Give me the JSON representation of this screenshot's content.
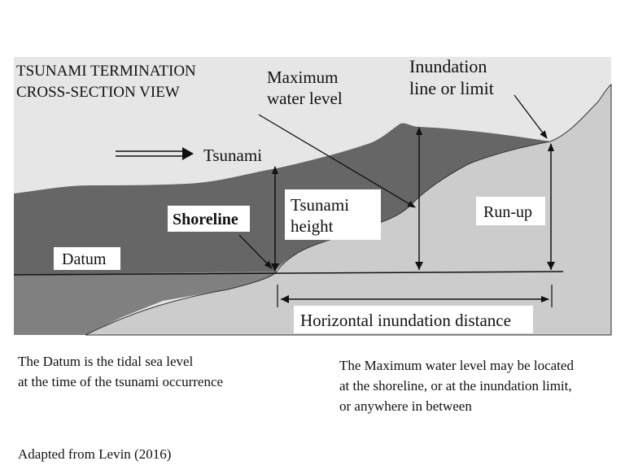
{
  "diagram": {
    "title_line1": "TSUNAMI TERMINATION",
    "title_line2": "CROSS-SECTION VIEW",
    "tsunami_label": "Tsunami",
    "shoreline_label": "Shoreline",
    "datum_label": "Datum",
    "tsunami_height_line1": "Tsunami",
    "tsunami_height_line2": "height",
    "max_water_line1": "Maximum",
    "max_water_line2": "water level",
    "inundation_line1": "Inundation",
    "inundation_line2": "line or limit",
    "runup_label": "Run-up",
    "horizontal_label": "Horizontal inundation distance",
    "colors": {
      "sky": "#e6e6e6",
      "water": "#666666",
      "sea": "#808080",
      "land": "#cccccc"
    }
  },
  "notes": {
    "datum_note_line1": "The Datum is the tidal sea level",
    "datum_note_line2": "at the time of the tsunami occurrence",
    "max_note_line1": "The Maximum water level may be located",
    "max_note_line2": "at the shoreline, or at the inundation limit,",
    "max_note_line3": "or anywhere in between"
  },
  "credit": "Adapted from Levin (2016)"
}
